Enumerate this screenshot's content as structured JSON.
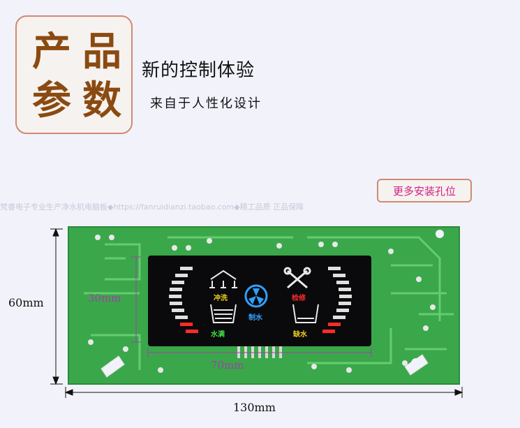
{
  "badge": {
    "chars": [
      "产",
      "品",
      "参",
      "数"
    ]
  },
  "heading": "新的控制体验",
  "subheading": "来自于人性化设计",
  "more_holes_label": "更多安装孔位",
  "dimensions": {
    "height_board": "60mm",
    "height_display": "30mm",
    "width_display": "70mm",
    "width_board": "130mm"
  },
  "panel": {
    "flush": "冲洗",
    "repair": "检修",
    "water_full": "水满",
    "make_water": "制水",
    "no_water": "缺水"
  },
  "watermark": "梵睿电子专业生产净水机电脑板◆https://fanruidianzi.taobao.com◆精工品质 正品保障",
  "colors": {
    "board_green": "#3aa84a",
    "accent_red": "#ff2a2a",
    "accent_yellow": "#f0d020",
    "accent_blue": "#30a0ff",
    "accent_green": "#40e040"
  }
}
